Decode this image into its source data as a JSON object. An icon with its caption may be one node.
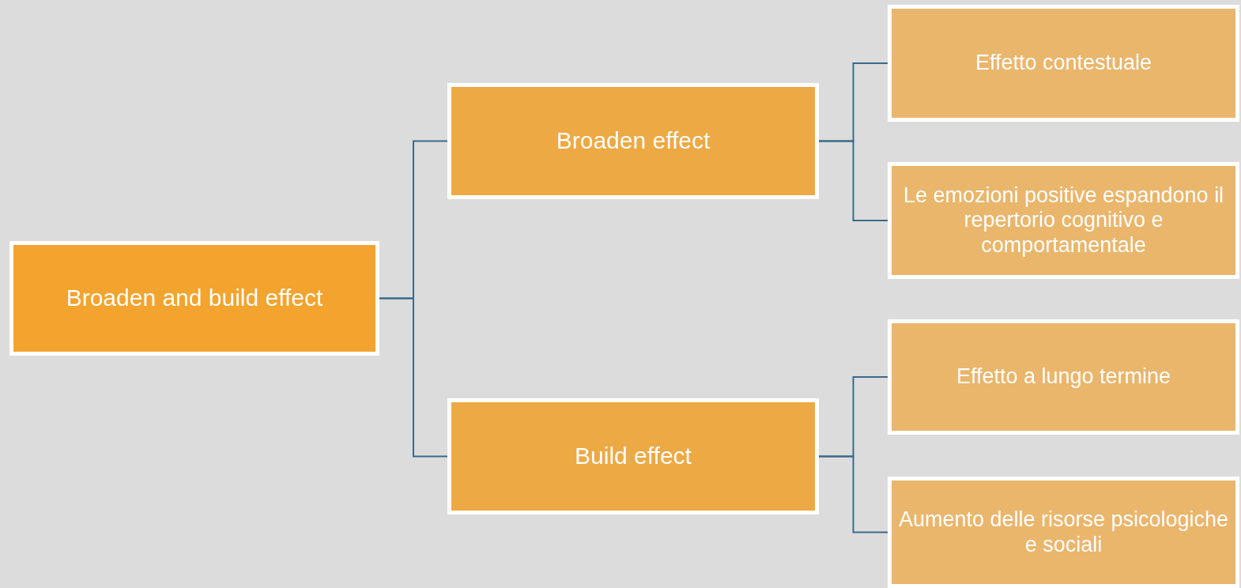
{
  "diagram": {
    "nodes": [
      {
        "text": [
          "Broaden and build effect"
        ]
      },
      {
        "text": [
          "Broaden effect"
        ]
      },
      {
        "text": [
          "Effetto contestuale"
        ]
      },
      {
        "text": [
          "Le emozioni positive espandono il repertorio cognitivo e comportamentale"
        ]
      },
      {
        "text": [
          "Build effect"
        ]
      },
      {
        "text": [
          "Effetto a lungo termine"
        ]
      },
      {
        "text": [
          "Aumento delle risorse psicologiche e sociali"
        ]
      }
    ],
    "edges": [
      {
        "from": 0,
        "to": 1,
        "arrow": "none"
      },
      {
        "from": 0,
        "to": 4,
        "arrow": "none"
      },
      {
        "from": 1,
        "to": 2,
        "arrow": "none"
      },
      {
        "from": 1,
        "to": 3,
        "arrow": "none"
      },
      {
        "from": 4,
        "to": 5,
        "arrow": "none"
      },
      {
        "from": 4,
        "to": 6,
        "arrow": "none"
      }
    ]
  }
}
